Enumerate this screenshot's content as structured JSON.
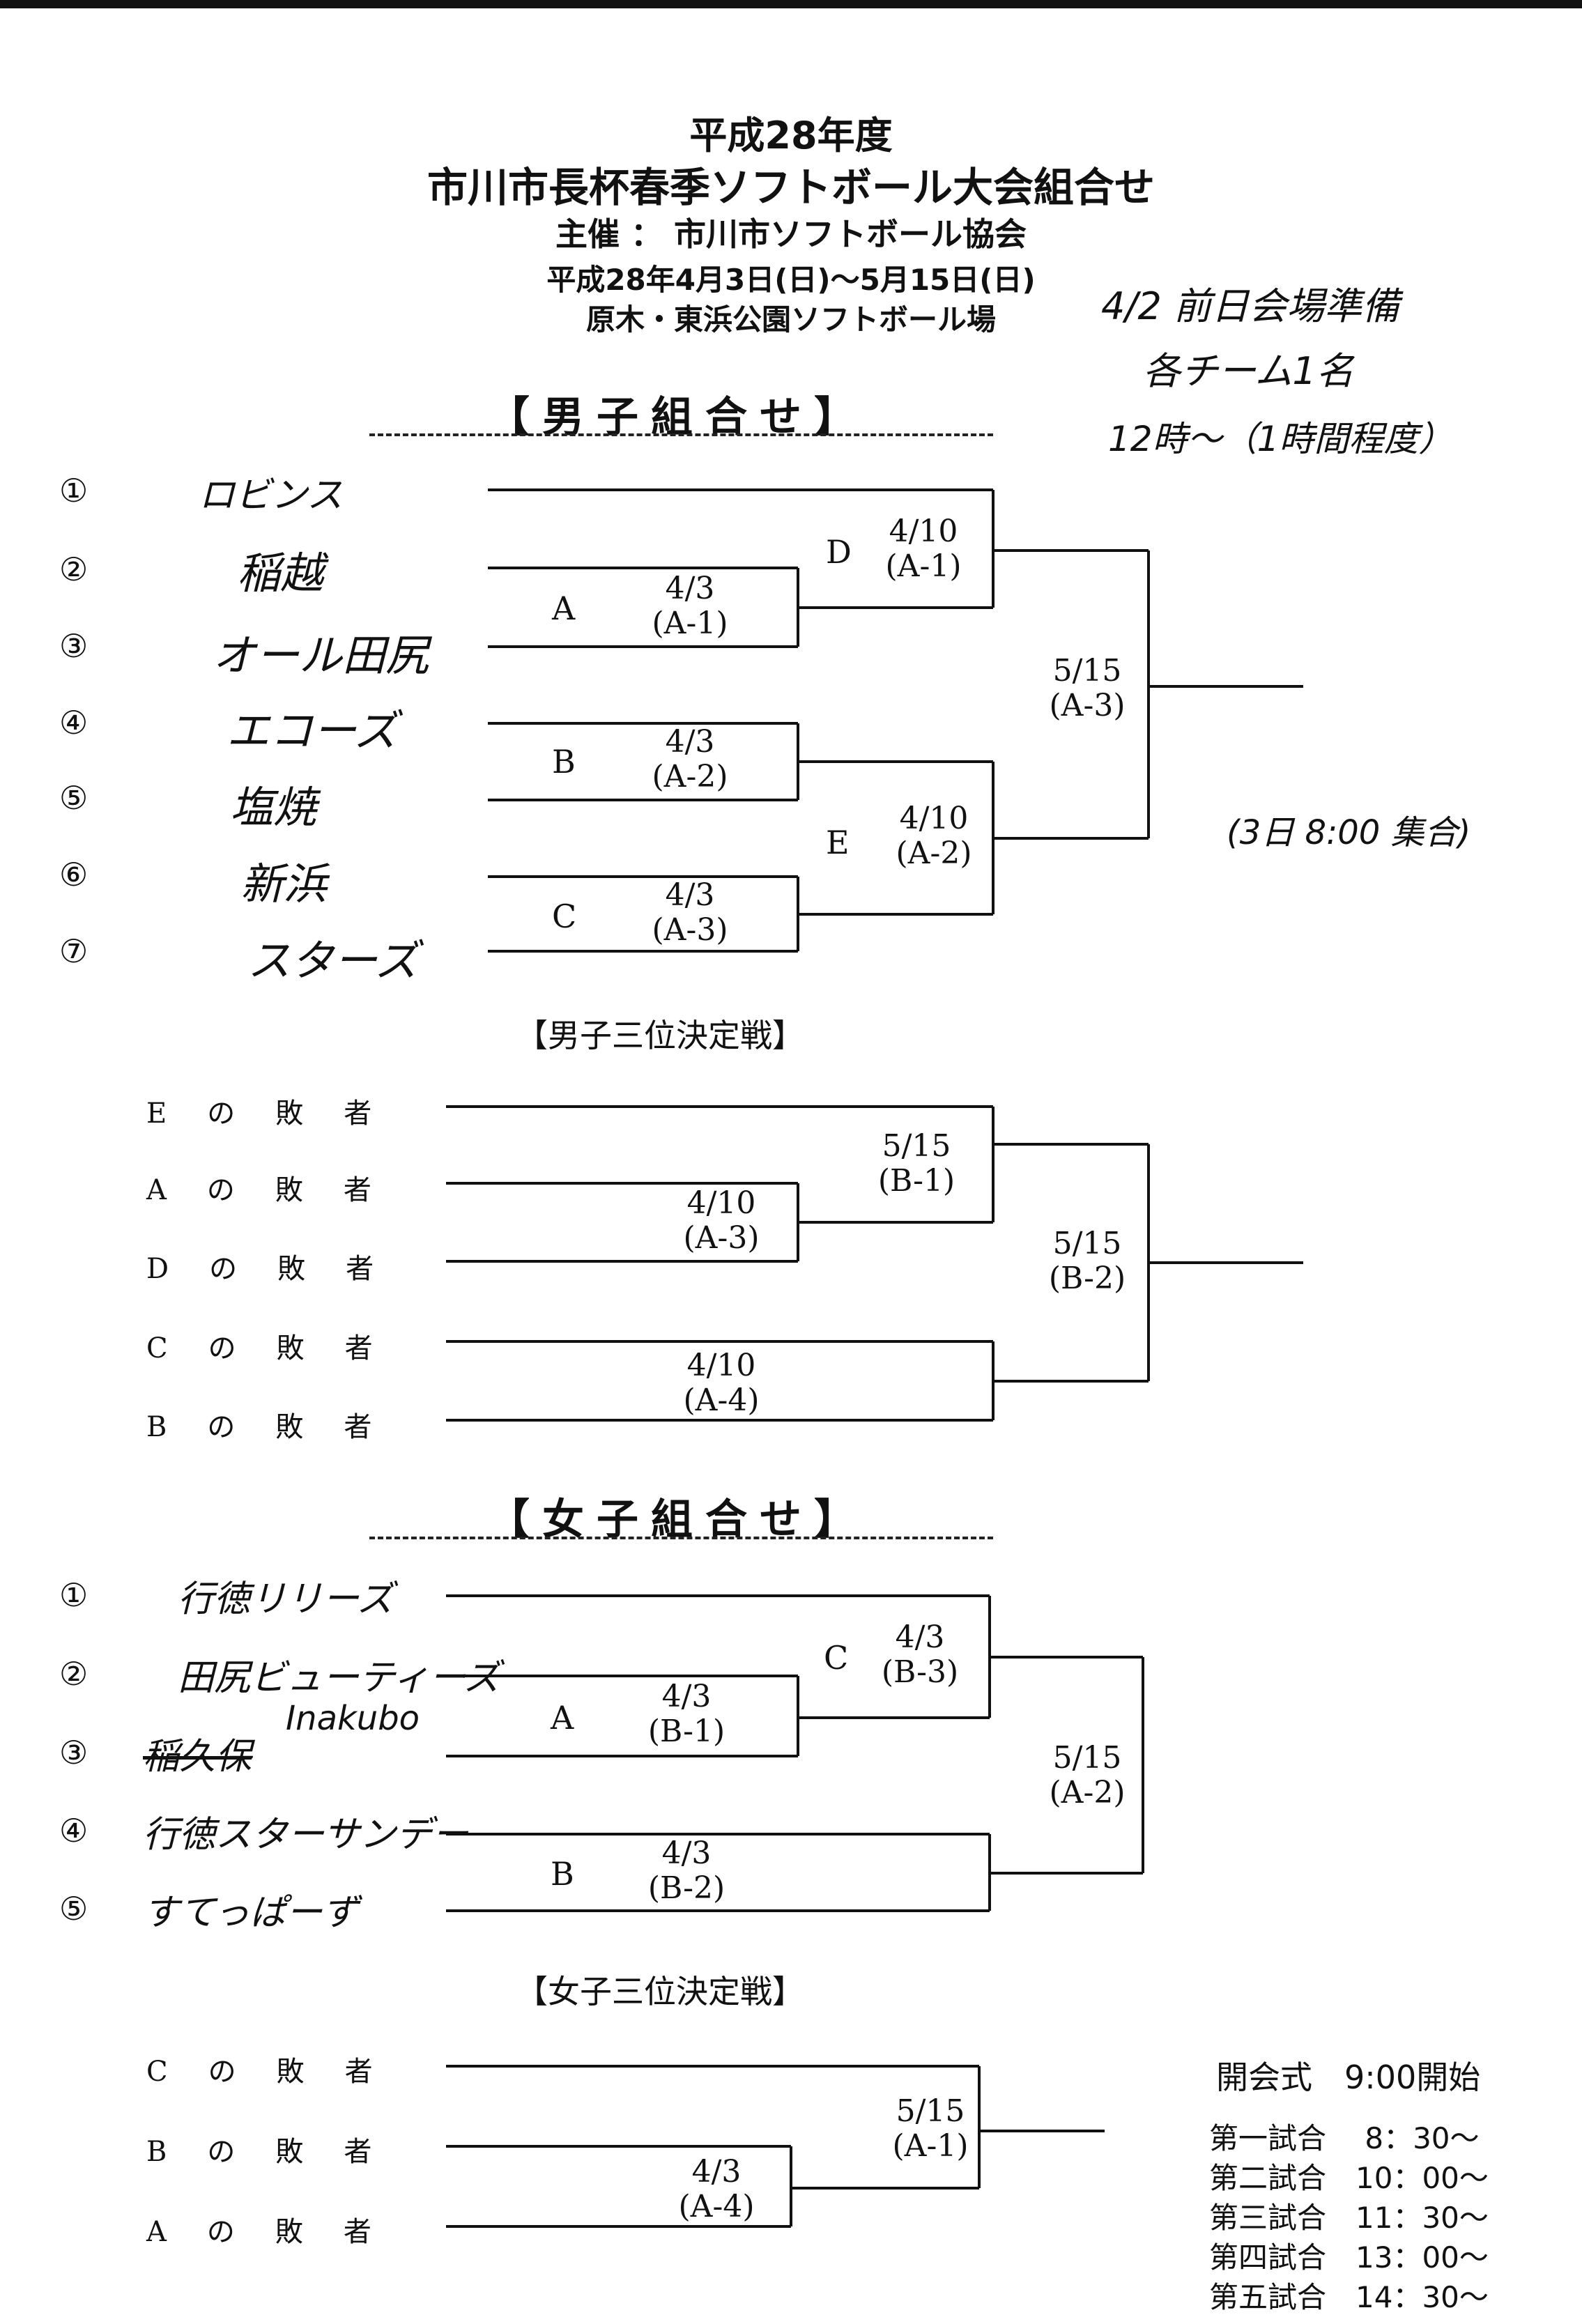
{
  "title": {
    "year": "平成28年度",
    "main": "市川市長杯春季ソフトボール大会組合せ",
    "organizer": "主催 ： 市川市ソフトボール協会",
    "dates": "平成28年4月3日(日)〜5月15日(日)",
    "venue": "原木・東浜公園ソフトボール場"
  },
  "handwritten": {
    "note1": "4/2 前日会場準備",
    "note2": "各チーム1名",
    "note3": "12時〜（1時間程度）",
    "note4": "(3日 8:00 集合)",
    "inakubo": "Inakubo"
  },
  "mens": {
    "heading": "【男子組合せ】",
    "teams": [
      {
        "num": "①",
        "name": "ロビンス"
      },
      {
        "num": "②",
        "name": "稲越"
      },
      {
        "num": "③",
        "name": "オール田尻"
      },
      {
        "num": "④",
        "name": "エコーズ"
      },
      {
        "num": "⑤",
        "name": "塩焼"
      },
      {
        "num": "⑥",
        "name": "新浜"
      },
      {
        "num": "⑦",
        "name": "スターズ"
      }
    ],
    "matches": [
      {
        "letter": "A",
        "date": "4/3",
        "code": "(A-1)"
      },
      {
        "letter": "B",
        "date": "4/3",
        "code": "(A-2)"
      },
      {
        "letter": "C",
        "date": "4/3",
        "code": "(A-3)"
      },
      {
        "letter": "D",
        "date": "4/10",
        "code": "(A-1)"
      },
      {
        "letter": "E",
        "date": "4/10",
        "code": "(A-2)"
      },
      {
        "letter": "",
        "date": "5/15",
        "code": "(A-3)"
      }
    ]
  },
  "mens_third": {
    "heading": "【男子三位決定戦】",
    "entries": [
      {
        "letter": "E",
        "text": "の敗者"
      },
      {
        "letter": "A",
        "text": "の敗者"
      },
      {
        "letter": "D",
        "text": "の敗者"
      },
      {
        "letter": "C",
        "text": "の敗者"
      },
      {
        "letter": "B",
        "text": "の敗者"
      }
    ],
    "matches": [
      {
        "date": "4/10",
        "code": "(A-3)"
      },
      {
        "date": "4/10",
        "code": "(A-4)"
      },
      {
        "date": "5/15",
        "code": "(B-1)"
      },
      {
        "date": "5/15",
        "code": "(B-2)"
      }
    ]
  },
  "womens": {
    "heading": "【女子組合せ】",
    "teams": [
      {
        "num": "①",
        "name": "行徳リリーズ"
      },
      {
        "num": "②",
        "name": "田尻ビューティーズ"
      },
      {
        "num": "③",
        "name": "稲久保"
      },
      {
        "num": "④",
        "name": "行徳スターサンデー"
      },
      {
        "num": "⑤",
        "name": "すてっぱーず"
      }
    ],
    "matches": [
      {
        "letter": "A",
        "date": "4/3",
        "code": "(B-1)"
      },
      {
        "letter": "B",
        "date": "4/3",
        "code": "(B-2)"
      },
      {
        "letter": "C",
        "date": "4/3",
        "code": "(B-3)"
      },
      {
        "letter": "",
        "date": "5/15",
        "code": "(A-2)"
      }
    ]
  },
  "womens_third": {
    "heading": "【女子三位決定戦】",
    "entries": [
      {
        "letter": "C",
        "text": "の敗者"
      },
      {
        "letter": "B",
        "text": "の敗者"
      },
      {
        "letter": "A",
        "text": "の敗者"
      }
    ],
    "matches": [
      {
        "date": "4/3",
        "code": "(A-4)"
      },
      {
        "date": "5/15",
        "code": "(A-1)"
      }
    ]
  },
  "schedule": {
    "opening": "開会式　9:00開始",
    "games": [
      "第一試合　 8：30〜",
      "第二試合　10：00〜",
      "第三試合　11：30〜",
      "第四試合　13：00〜",
      "第五試合　14：30〜"
    ]
  }
}
